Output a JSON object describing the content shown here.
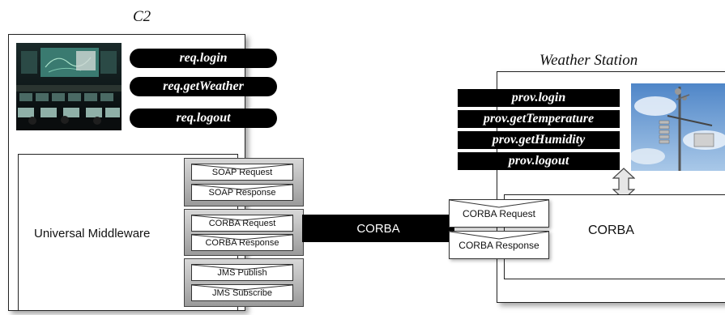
{
  "c2": {
    "title": "C2",
    "requests": [
      "req.login",
      "req.getWeather",
      "req.logout"
    ],
    "middleware_label": "Universal Middleware",
    "soap": [
      "SOAP Request",
      "SOAP Response"
    ],
    "corba": [
      "CORBA Request",
      "CORBA Response"
    ],
    "jms": [
      "JMS Publish",
      "JMS Subscribe"
    ]
  },
  "link": {
    "label": "CORBA"
  },
  "weather": {
    "title": "Weather Station",
    "operations": [
      "prov.login",
      "prov.getTemperature",
      "prov.getHumidity",
      "prov.logout"
    ],
    "corba_label": "CORBA",
    "corba_messages": [
      "CORBA Request",
      "CORBA Response"
    ]
  }
}
